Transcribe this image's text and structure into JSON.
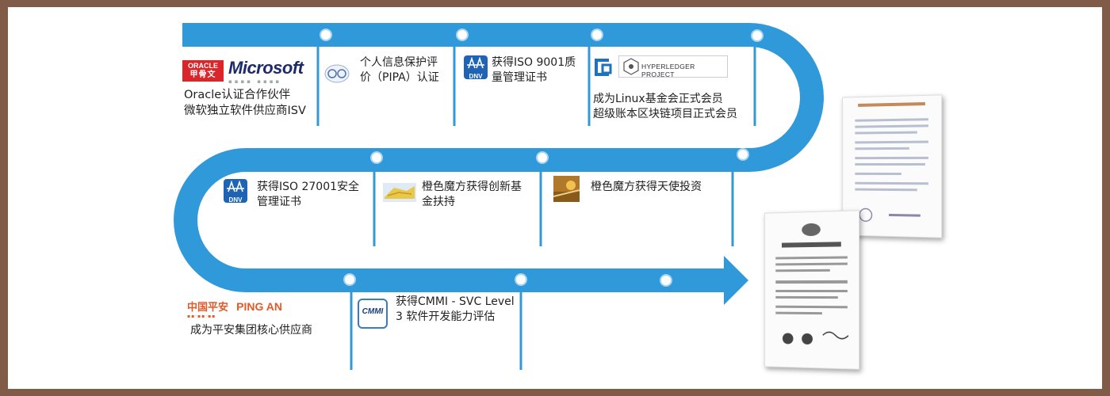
{
  "milestones": [
    {
      "id": "oracle-ms",
      "text": "Oracle认证合作伙伴\n微软独立软件供应商ISV",
      "logos": {
        "oracle_en": "ORACLE",
        "oracle_cn": "甲骨文",
        "microsoft": "Microsoft"
      }
    },
    {
      "id": "pipa",
      "text": "个人信息保护评\n价（PIPA）认证"
    },
    {
      "id": "iso9001",
      "text": "获得ISO  9001质\n量管理证书",
      "logo": "DNV"
    },
    {
      "id": "linux-hyperledger",
      "text": "成为Linux基金会正式会员\n超级账本区块链项目正式会员",
      "logo": "HYPERLEDGER PROJECT"
    },
    {
      "id": "iso27001",
      "text": "获得ISO  27001安全\n管理证书",
      "logo": "DNV"
    },
    {
      "id": "innovation-fund",
      "text": "橙色魔方获得创新基\n金扶持"
    },
    {
      "id": "angel",
      "text": "橙色魔方获得天使投资"
    },
    {
      "id": "pingan",
      "text": "成为平安集团核心供应商",
      "logos": {
        "cn": "中国平安",
        "en": "PING AN"
      }
    },
    {
      "id": "cmmi",
      "text": "获得CMMI - SVC Level\n3 软件开发能力评估",
      "logo": "CMMI"
    }
  ],
  "colors": {
    "road": "#2f99d9",
    "dot_fill": "#ffffff",
    "connector": "#2f99d9",
    "frame": "#805c48"
  },
  "icons": [
    "oracle-logo",
    "microsoft-logo",
    "pipa-logo",
    "dnv-logo",
    "hyperledger-logo",
    "innovation-image",
    "angel-image",
    "pingan-logo",
    "cmmi-logo",
    "certificate-image"
  ]
}
